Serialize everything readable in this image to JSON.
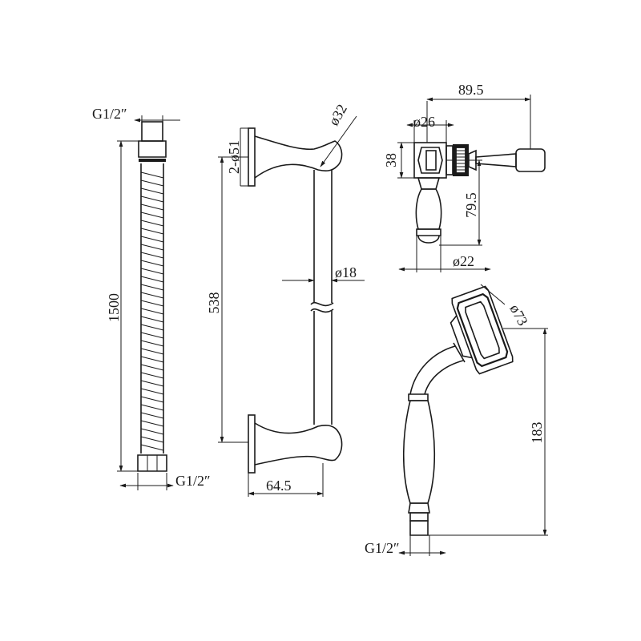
{
  "hose": {
    "thread_top": "G1/2″",
    "length": "1500",
    "thread_bottom": "G1/2″"
  },
  "rail": {
    "flange": "2-ø51",
    "top_dia": "ø32",
    "tube_dia": "ø18",
    "length": "538",
    "projection": "64.5"
  },
  "valve": {
    "width": "89.5",
    "body_dia": "ø26",
    "height": "38",
    "drop": "79.5",
    "knob_dia": "ø22"
  },
  "handset": {
    "head_dia": "ø73",
    "length": "183",
    "thread": "G1/2″"
  }
}
